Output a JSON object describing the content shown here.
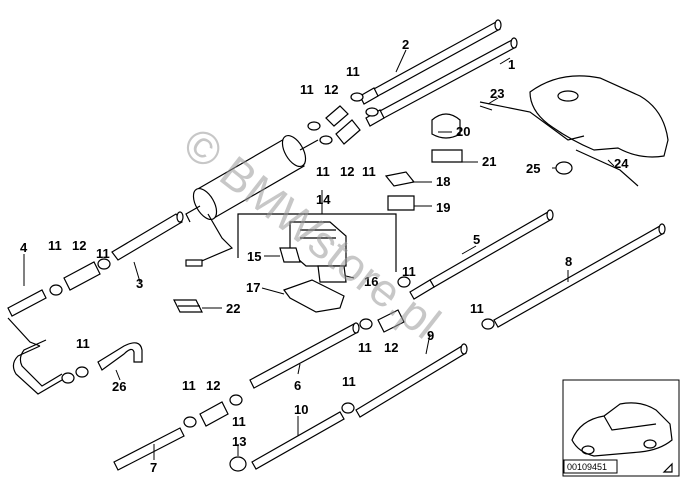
{
  "watermark": "© BMWstore.pl",
  "diagram_code": "00109451",
  "callouts": [
    "1",
    "2",
    "3",
    "4",
    "5",
    "6",
    "7",
    "8",
    "9",
    "10",
    "11",
    "12",
    "13",
    "14",
    "15",
    "16",
    "17",
    "18",
    "19",
    "20",
    "21",
    "22",
    "23",
    "24",
    "25",
    "26"
  ]
}
